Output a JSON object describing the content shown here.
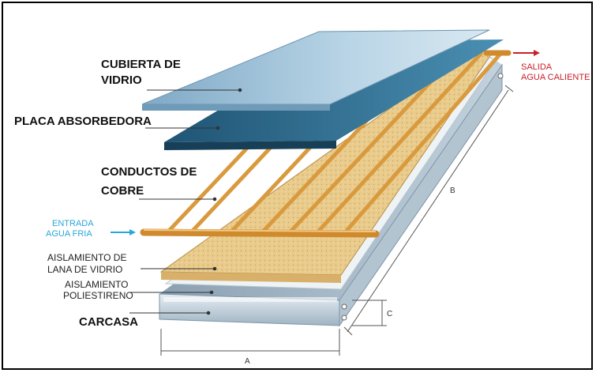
{
  "labels": {
    "cover_line1": "CUBIERTA DE",
    "cover_line2": "VIDRIO",
    "absorber": "PLACA ABSORBEDORA",
    "tubes_line1": "CONDUCTOS DE",
    "tubes_line2": "COBRE",
    "inlet_line1": "ENTRADA",
    "inlet_line2": "AGUA FRIA",
    "outlet_line1": "SALIDA",
    "outlet_line2": "AGUA CALIENTE",
    "wool_line1": "AISLAMIENTO DE",
    "wool_line2": "LANA DE VIDRIO",
    "foam_line1": "AISLAMIENTO",
    "foam_line2": "POLIESTIRENO",
    "casing": "CARCASA"
  },
  "dimensions": {
    "a": "A",
    "b": "B",
    "c": "C"
  },
  "colors": {
    "glass": "#8fb8d3",
    "absorber": "#2f6e8f",
    "copper": "#e0a44a",
    "wool": "#e8c98a",
    "casing": "#c9d6e0",
    "inlet_arrow": "#29a8d8",
    "outlet_arrow": "#c8202a"
  }
}
